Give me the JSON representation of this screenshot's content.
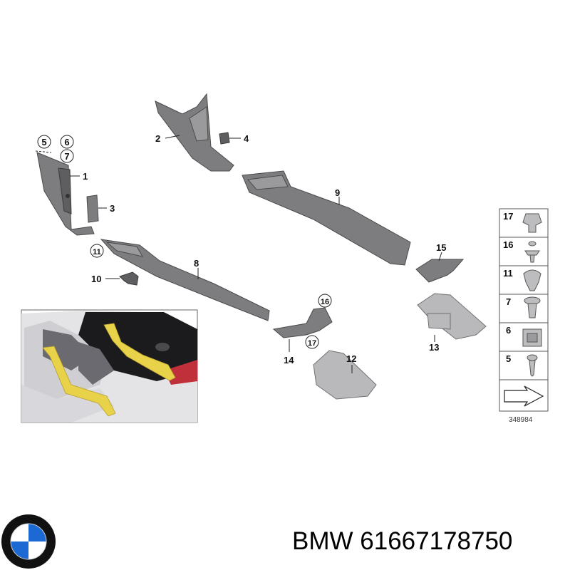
{
  "callouts": {
    "c1": "1",
    "c2": "2",
    "c3": "3",
    "c4": "4",
    "c5": "5",
    "c6": "6",
    "c7": "7",
    "c8": "8",
    "c9": "9",
    "c10": "10",
    "c11": "11",
    "c12": "12",
    "c13": "13",
    "c14": "14",
    "c15": "15",
    "c16": "16",
    "c17": "17"
  },
  "legend": {
    "items": [
      "17",
      "16",
      "11",
      "7",
      "6",
      "5"
    ],
    "diagram_code": "348984"
  },
  "brand": {
    "label": "BMW 61667178750",
    "logo_icon": "bmw-roundel-icon",
    "logo_colors": {
      "blue": "#1c69d4",
      "white": "#ffffff",
      "ring": "#111111"
    }
  },
  "colors": {
    "part_gray": "#7d7d80",
    "highlight_yellow": "#e8d24a"
  }
}
